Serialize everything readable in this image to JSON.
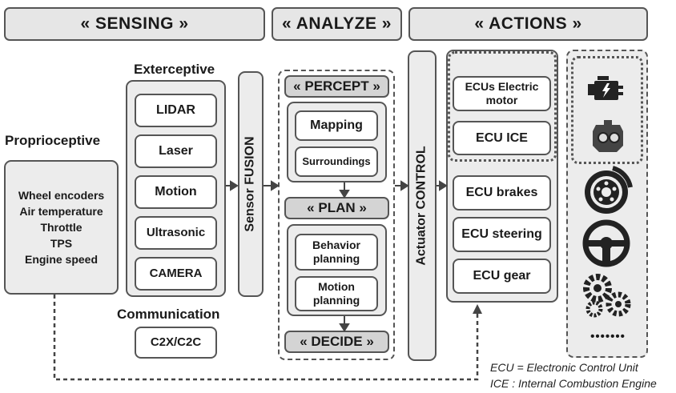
{
  "headers": {
    "sensing": "« SENSING »",
    "analyze": "« ANALYZE »",
    "actions": "« ACTIONS »"
  },
  "proprioceptive": {
    "title": "Proprioceptive",
    "items": [
      "Wheel encoders",
      "Air temperature",
      "Throttle",
      "TPS",
      "Engine speed"
    ]
  },
  "exteroceptive": {
    "title": "Exterceptive",
    "items": [
      "LIDAR",
      "Laser",
      "Motion",
      "Ultrasonic",
      "CAMERA"
    ]
  },
  "communication": {
    "title": "Communication",
    "item": "C2X/C2C"
  },
  "sensor_fusion": "Sensor FUSION",
  "analyze": {
    "percept": "« PERCEPT »",
    "percept_items": [
      "Mapping",
      "Surroundings"
    ],
    "plan": "« PLAN »",
    "plan_items": [
      "Behavior planning",
      "Motion planning"
    ],
    "decide": "« DECIDE »"
  },
  "actuator_control": "Actuator CONTROL",
  "actions": {
    "ecu_power": [
      "ECUs Electric motor",
      "ECU ICE"
    ],
    "ecu_other": [
      "ECU brakes",
      "ECU steering",
      "ECU gear"
    ]
  },
  "icons": [
    "engine-warning-icon",
    "engine-block-icon",
    "brake-disc-icon",
    "steering-wheel-icon",
    "gears-icon"
  ],
  "icons_more": "•••••••",
  "legend": {
    "ecu": "ECU = Electronic Control Unit",
    "ice": "ICE : Internal Combustion Engine"
  }
}
